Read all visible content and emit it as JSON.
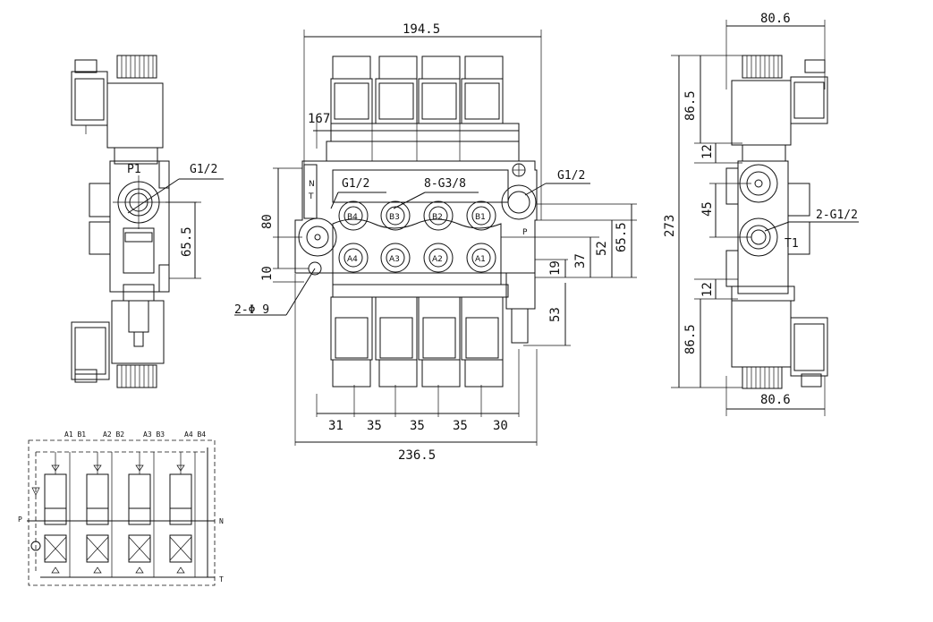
{
  "dimensions": {
    "top_width": "194.5",
    "inner_width": "167",
    "bottom_width": "236.5",
    "seg1": "31",
    "seg2": "35",
    "seg3": "35",
    "seg4": "35",
    "seg5": "30",
    "left_80": "80",
    "left_10": "10",
    "right_19": "19",
    "right_37": "37",
    "right_52": "52",
    "right_655": "65.5",
    "right_53": "53",
    "side_width_top": "80.6",
    "side_width_bottom": "80.6",
    "side_865_top": "86.5",
    "side_12_top": "12",
    "side_45": "45",
    "side_12_bottom": "12",
    "side_865_bottom": "86.5",
    "side_273": "273",
    "left_view_655": "65.5"
  },
  "labels": {
    "left_p1": "P1",
    "left_g12": "G1/2",
    "front_g12_left": "G1/2",
    "front_8g38": "8-G3/8",
    "front_g12_right": "G1/2",
    "front_n": "N",
    "front_t": "T",
    "front_p": "P",
    "front_2phi9": "2-Φ 9",
    "side_2g12": "2-G1/2",
    "side_t1": "T1"
  },
  "ports": {
    "top_row": [
      "B4",
      "B3",
      "B2",
      "B1"
    ],
    "bottom_row": [
      "A4",
      "A3",
      "A2",
      "A1"
    ]
  },
  "schematic": {
    "top_labels": [
      "A1 B1",
      "A2 B2",
      "A3 B3",
      "A4 B4"
    ],
    "p": "P",
    "n": "N",
    "t": "T"
  }
}
